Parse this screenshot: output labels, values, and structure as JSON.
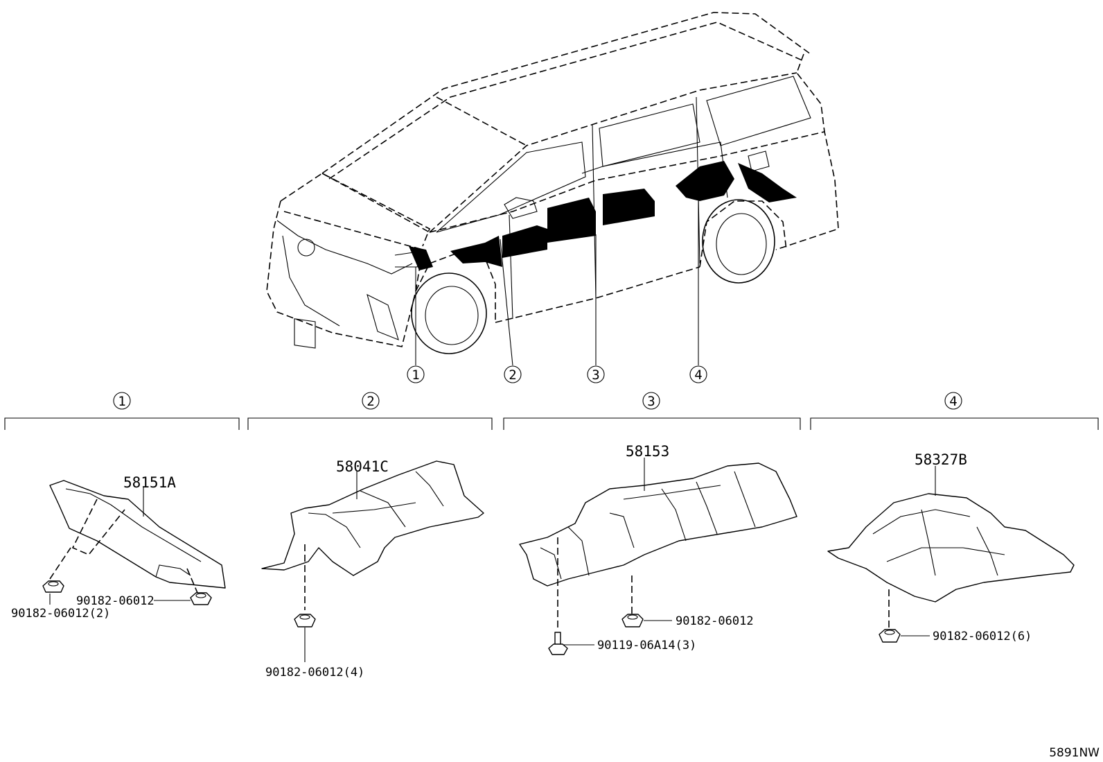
{
  "callouts": [
    "1",
    "2",
    "3",
    "4"
  ],
  "sections": [
    {
      "marker": "1",
      "parts": [
        "58151A"
      ],
      "fasteners": [
        "90182-06012(2)",
        "90182-06012"
      ]
    },
    {
      "marker": "2",
      "parts": [
        "58041C"
      ],
      "fasteners": [
        "90182-06012(4)"
      ]
    },
    {
      "marker": "3",
      "parts": [
        "58153"
      ],
      "fasteners": [
        "90182-06012",
        "90119-06A14(3)"
      ]
    },
    {
      "marker": "4",
      "parts": [
        "58327B"
      ],
      "fasteners": [
        "90182-06012(6)"
      ]
    }
  ],
  "diagram_code": "5891NW"
}
